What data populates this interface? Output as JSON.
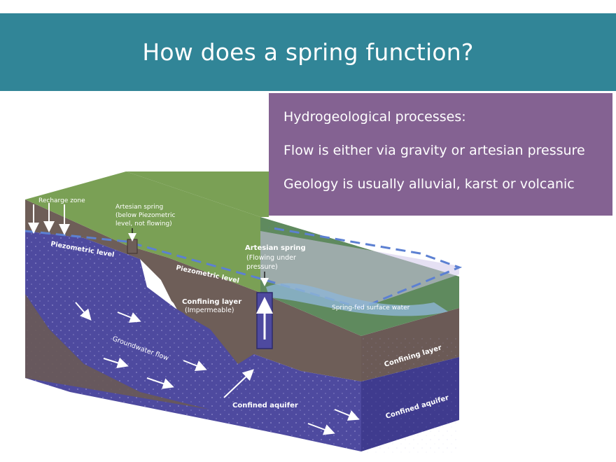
{
  "slide": {
    "title": "How does a spring function?",
    "info": [
      "Hydrogeological processes:",
      "Flow is either via gravity or artesian pressure",
      "Geology is usually alluvial, karst or volcanic"
    ]
  },
  "diagram": {
    "labels": {
      "recharge_zone": "Recharge zone",
      "artesian_spring_not_flowing": [
        "Artesian spring",
        "(below Piezometric",
        "level, not flowing)"
      ],
      "piezometric_level_upper": "Piezometric level",
      "piezometric_level_lower": "Piezometric level",
      "artesian_spring_flowing_title": "Artesian spring",
      "artesian_spring_flowing_desc": [
        "(Flowing under",
        "pressure)"
      ],
      "confining_layer_inner_title": "Confining layer",
      "confining_layer_inner_desc": "(Impermeable)",
      "spring_fed_surface_water": "Spring-fed surface water",
      "groundwater_flow": "Groundwater flow",
      "confined_aquifer_front": "Confined aquifer",
      "confining_layer_side": "Confining layer",
      "confined_aquifer_side": "Confined aquifer"
    },
    "colors": {
      "grass": "#7a9f55",
      "grass_dark": "#5f8a60",
      "confining": "#6d5d58",
      "aquifer": "#4f4a9f",
      "aquifer_side": "#3d3a8c",
      "piezometric": "#5c7fd0",
      "water": "#8fb5d6"
    }
  }
}
